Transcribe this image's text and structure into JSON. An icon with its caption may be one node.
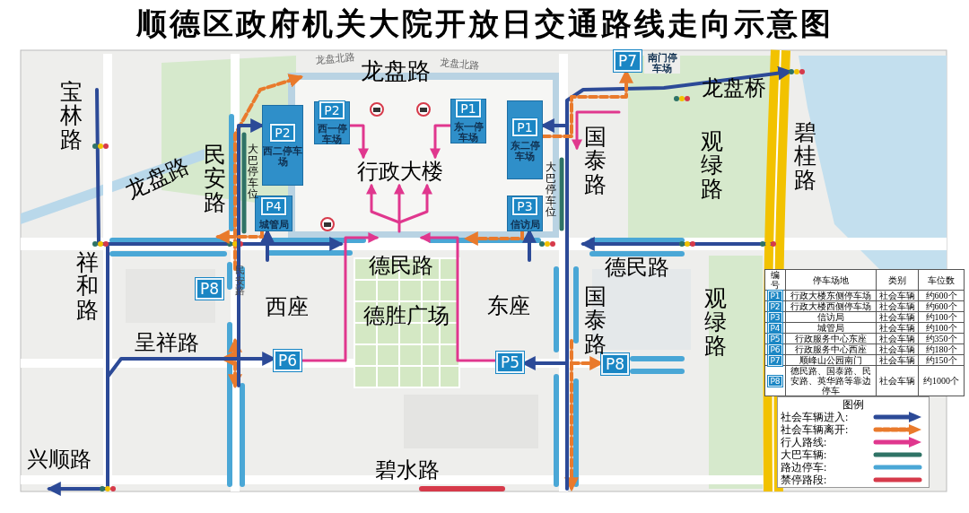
{
  "diagram": {
    "title": "顺德区政府机关大院开放日交通路线走向示意图",
    "nodes": [
      {
        "text": [
          "P2",
          "西二停车场"
        ]
      },
      {
        "text": [
          "P2",
          "西一停车场"
        ]
      },
      {
        "text": [
          "P1",
          "东一停车场"
        ]
      },
      {
        "text": [
          "P1",
          "东二停车场"
        ]
      },
      {
        "text": [
          "P4",
          "城管局"
        ]
      },
      {
        "text": [
          "P3",
          "信访局"
        ]
      },
      {
        "text": [
          "P7"
        ],
        "beside": [
          "南门停车场"
        ]
      },
      {
        "text": [
          "P8"
        ]
      },
      {
        "text": [
          "P6"
        ]
      },
      {
        "text": [
          "P5"
        ]
      },
      {
        "text": [
          "P8"
        ]
      },
      {
        "text": [
          "行政大楼"
        ]
      }
    ],
    "edges": [
      {
        "from": null,
        "to": 0,
        "arrow": "to",
        "color": "#2c4a97"
      },
      {
        "from": null,
        "to": 3,
        "arrow": "to",
        "color": "#2c4a97"
      },
      {
        "from": null,
        "to": 4,
        "arrow": "to",
        "color": "#2c4a97"
      },
      {
        "from": null,
        "to": 5,
        "arrow": "to",
        "color": "#2c4a97"
      },
      {
        "from": 3,
        "to": 6,
        "arrow": "to",
        "style": "dashed",
        "color": "#e97a2c"
      },
      {
        "from": 4,
        "to": null,
        "arrow": "to",
        "style": "dashed",
        "color": "#e97a2c"
      },
      {
        "from": 5,
        "to": null,
        "arrow": "to",
        "style": "dashed",
        "color": "#e97a2c"
      },
      {
        "from": 1,
        "to": 11,
        "arrow": "to"
      },
      {
        "from": 2,
        "to": 11,
        "arrow": "to"
      },
      {
        "from": null,
        "to": 11,
        "arrow": "to"
      },
      {
        "from": null,
        "to": 11,
        "arrow": "to"
      },
      {
        "from": null,
        "to": 11,
        "arrow": "to"
      },
      {
        "from": null,
        "to": 8,
        "arrow": "to",
        "color": "#2c4a97"
      },
      {
        "from": null,
        "to": 9,
        "arrow": "to",
        "color": "#2c4a97"
      },
      {
        "from": 8,
        "to": null,
        "arrow": "to"
      },
      {
        "from": 9,
        "to": null,
        "arrow": "to"
      },
      {
        "from": null,
        "to": 10,
        "arrow": "to",
        "style": "dashed",
        "color": "#e97a2c"
      }
    ],
    "labels": [
      "龙盘北路",
      "龙盘北路",
      "龙盘路",
      "龙盘桥",
      "宝林路",
      "碧桂路",
      "龙盘路",
      "民安路",
      "大巴停车位",
      "大巴停车位",
      "国泰路",
      "观绿路",
      "祥和路",
      "德民路",
      "德民路",
      "民安路",
      "西座",
      "德胜广场",
      "东座",
      "国泰路",
      "观绿路",
      "呈祥路",
      "兴顺路",
      "碧水路",
      "图例",
      "编号",
      "停车场地",
      "类别",
      "车位数",
      "P1",
      "行政大楼东侧停车场",
      "社会车辆",
      "约600个",
      "P2",
      "行政大楼西侧停车场",
      "社会车辆",
      "约600个",
      "P3",
      "信访局",
      "社会车辆",
      "约100个",
      "P4",
      "城管局",
      "社会车辆",
      "约100个",
      "P5",
      "行政服务中心东座",
      "社会车辆",
      "约350个",
      "P6",
      "行政服务中心西座",
      "社会车辆",
      "约180个",
      "P7",
      "顺峰山公园南门",
      "社会车辆",
      "约150个",
      "P8",
      "德民路、国泰路、民安路、英华路等靠边停车",
      "社会车辆",
      "约1000个"
    ],
    "legend": [
      {
        "text": "社会车辆进入:"
      },
      {
        "text": "社会车辆离开:"
      },
      {
        "text": "行人路线:"
      },
      {
        "text": "大巴车辆:"
      },
      {
        "text": "路边停车:"
      },
      {
        "text": "禁停路段:"
      }
    ]
  }
}
